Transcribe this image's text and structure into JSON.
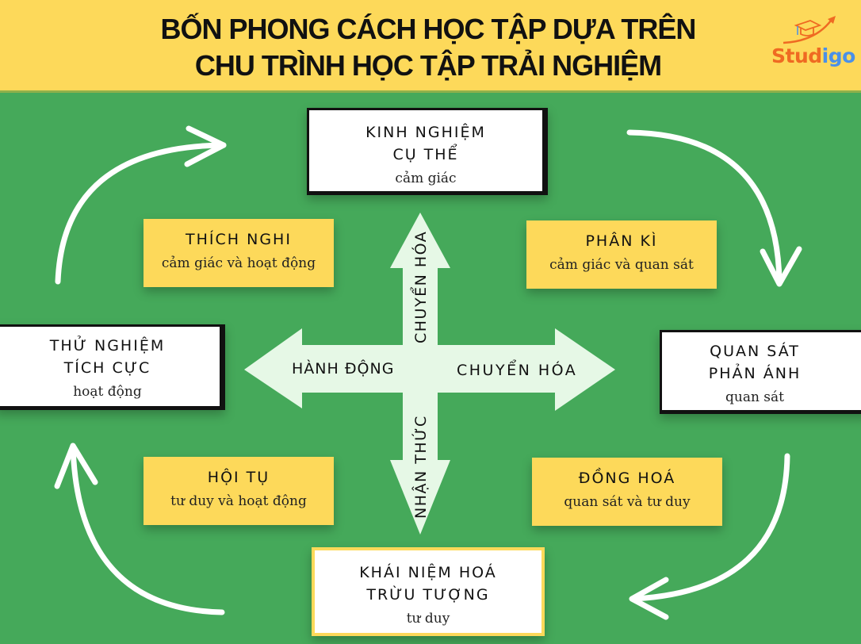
{
  "header": {
    "title_line1": "BỐN PHONG CÁCH HỌC TẬP DỰA TRÊN",
    "title_line2": "CHU TRÌNH HỌC TẬP TRẢI NGHIỆM",
    "logo": {
      "text_part1": "Stud",
      "text_part2": "igo",
      "icon": "graduation-cap-rising-arrow-icon",
      "color_primary": "#ef6a22",
      "color_secondary": "#4a90e8"
    }
  },
  "colors": {
    "background": "#45a95a",
    "header": "#fdd95a",
    "style_box": "#fdd95a",
    "cross_arrow": "#e6f8e6"
  },
  "stages": {
    "top": {
      "title_line1": "KINH NGHIỆM",
      "title_line2": "CỤ THỂ",
      "subtitle": "cảm giác"
    },
    "right": {
      "title_line1": "QUAN SÁT",
      "title_line2": "PHẢN ÁNH",
      "subtitle": "quan sát"
    },
    "bottom": {
      "title_line1": "KHÁI NIỆM HOÁ",
      "title_line2": "TRỪU TƯỢNG",
      "subtitle": "tư duy"
    },
    "left": {
      "title_line1": "THỬ NGHIỆM",
      "title_line2": "TÍCH CỰC",
      "subtitle": "hoạt động"
    }
  },
  "styles": {
    "top_left": {
      "title": "THÍCH NGHI",
      "subtitle": "cảm giác và hoạt động"
    },
    "top_right": {
      "title": "PHÂN KÌ",
      "subtitle": "cảm giác và quan sát"
    },
    "bottom_left": {
      "title": "HỘI TỤ",
      "subtitle": "tư duy và hoạt động"
    },
    "bottom_right": {
      "title": "ĐỒNG HOÁ",
      "subtitle": "quan sát và tư duy"
    }
  },
  "cross_arrows": {
    "up": "CHUYỂN HÓA",
    "down": "NHẬN THỨC",
    "left": "HÀNH ĐỘNG",
    "right": "CHUYỂN HÓA"
  }
}
